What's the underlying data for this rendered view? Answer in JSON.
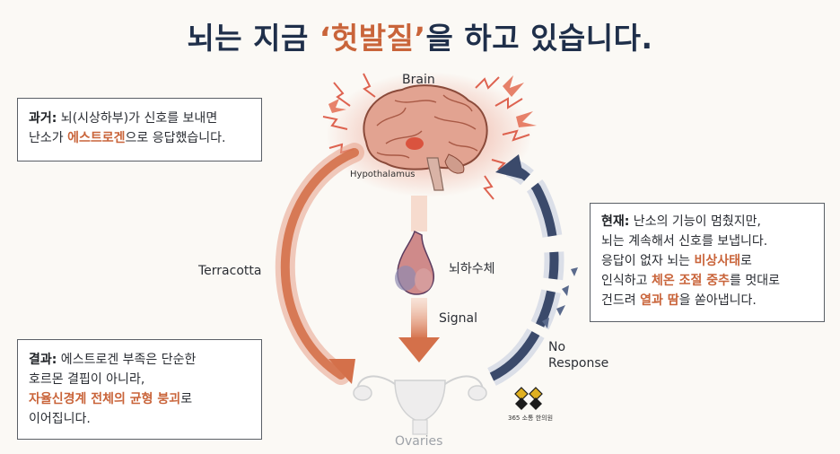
{
  "title": {
    "before": "뇌는 지금 ",
    "highlight": "‘헛발질’",
    "after": "을 하고 있습니다."
  },
  "past_box": {
    "label": "과거:",
    "line1": " 뇌(시상하부)가 신호를 보내면",
    "line2_a": "난소가 ",
    "line2_hl": "에스트로겐",
    "line2_b": "으로 응답했습니다."
  },
  "now_box": {
    "label": "현재:",
    "line1": " 난소의 기능이 멈췄지만,",
    "line2": "뇌는 계속해서 신호를 보냅니다.",
    "line3_a": "응답이 없자 뇌는 ",
    "line3_hl": "비상사태",
    "line3_b": "로",
    "line4_a": "인식하고 ",
    "line4_hl": "체온 조절 중추",
    "line4_b": "를 멋대로",
    "line5_a": "건드려 ",
    "line5_hl": "열과 땀",
    "line5_b": "을 쏟아냅니다."
  },
  "result_box": {
    "label": "결과:",
    "line1": " 에스트로겐 부족은 단순한",
    "line2": "호르몬 결핍이 아니라,",
    "line3_hl": "자율신경계 전체의 균형 붕괴",
    "line3_b": "로",
    "line4": "이어집니다."
  },
  "labels": {
    "brain": "Brain",
    "hypothalamus": "Hypothalamus",
    "terracotta": "Terracotta",
    "pituitary": "뇌하수체",
    "signal": "Signal",
    "no_response": "No Response",
    "ovaries": "Ovaries",
    "logo_text": "365 소통 한의원"
  },
  "colors": {
    "title": "#1f2f4a",
    "accent": "#c9643a",
    "navy_arrow": "#3b4a6b",
    "terracotta_arrow": "#d4704a"
  }
}
